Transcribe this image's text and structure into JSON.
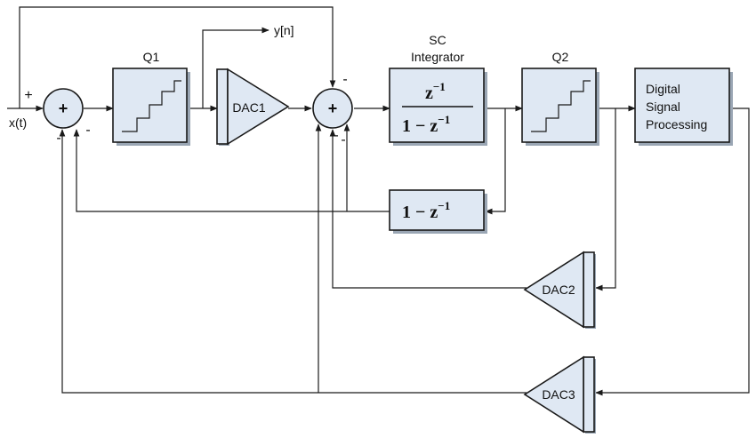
{
  "input_label": "x(t)",
  "output_label": "y[n]",
  "quantizers": {
    "q1": "Q1",
    "q2": "Q2"
  },
  "dacs": {
    "dac1": "DAC1",
    "dac2": "DAC2",
    "dac3": "DAC3"
  },
  "integrator": {
    "title_line1": "SC",
    "title_line2": "Integrator",
    "numerator": "z",
    "numerator_exp": "−1",
    "denominator": "1 − z",
    "denominator_exp": "−1"
  },
  "feedback_filter": {
    "text": "1 − z",
    "exp": "−1"
  },
  "dsp": {
    "line1": "Digital",
    "line2": "Signal",
    "line3": "Processing"
  },
  "summers": {
    "sum1": {
      "symbol": "+",
      "sign_in": "+",
      "sign_fb1": "-",
      "sign_fb2": "-"
    },
    "sum2": {
      "symbol": "+",
      "sign_top": "-",
      "sign_b1": "-",
      "sign_b2": "-"
    }
  }
}
